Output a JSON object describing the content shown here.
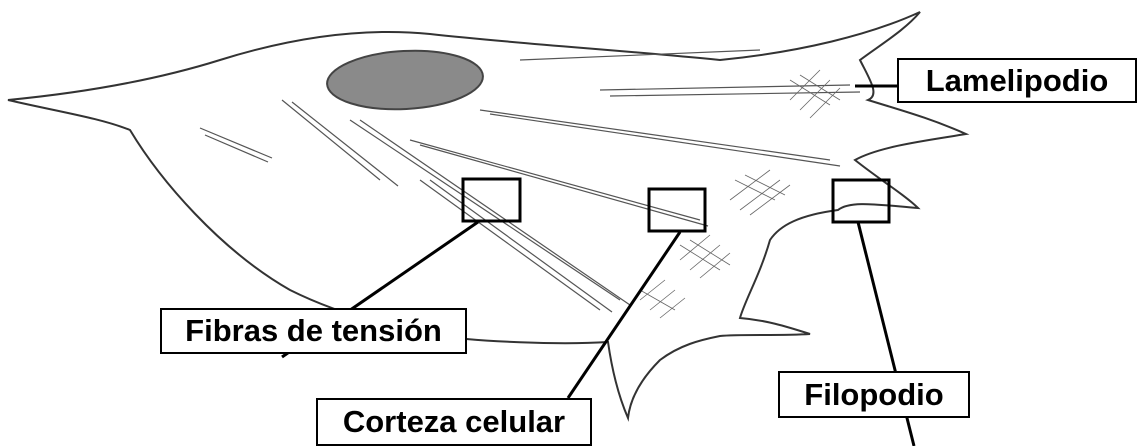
{
  "labels": {
    "lamelipodio": "Lamelipodio",
    "fibras_de_tension": "Fibras de tensión",
    "corteza_celular": "Corteza celular",
    "filopodio": "Filopodio"
  },
  "colors": {
    "outline": "#333333",
    "nucleus_fill": "#8a8a8a",
    "line": "#000000",
    "box_border": "#000000"
  }
}
